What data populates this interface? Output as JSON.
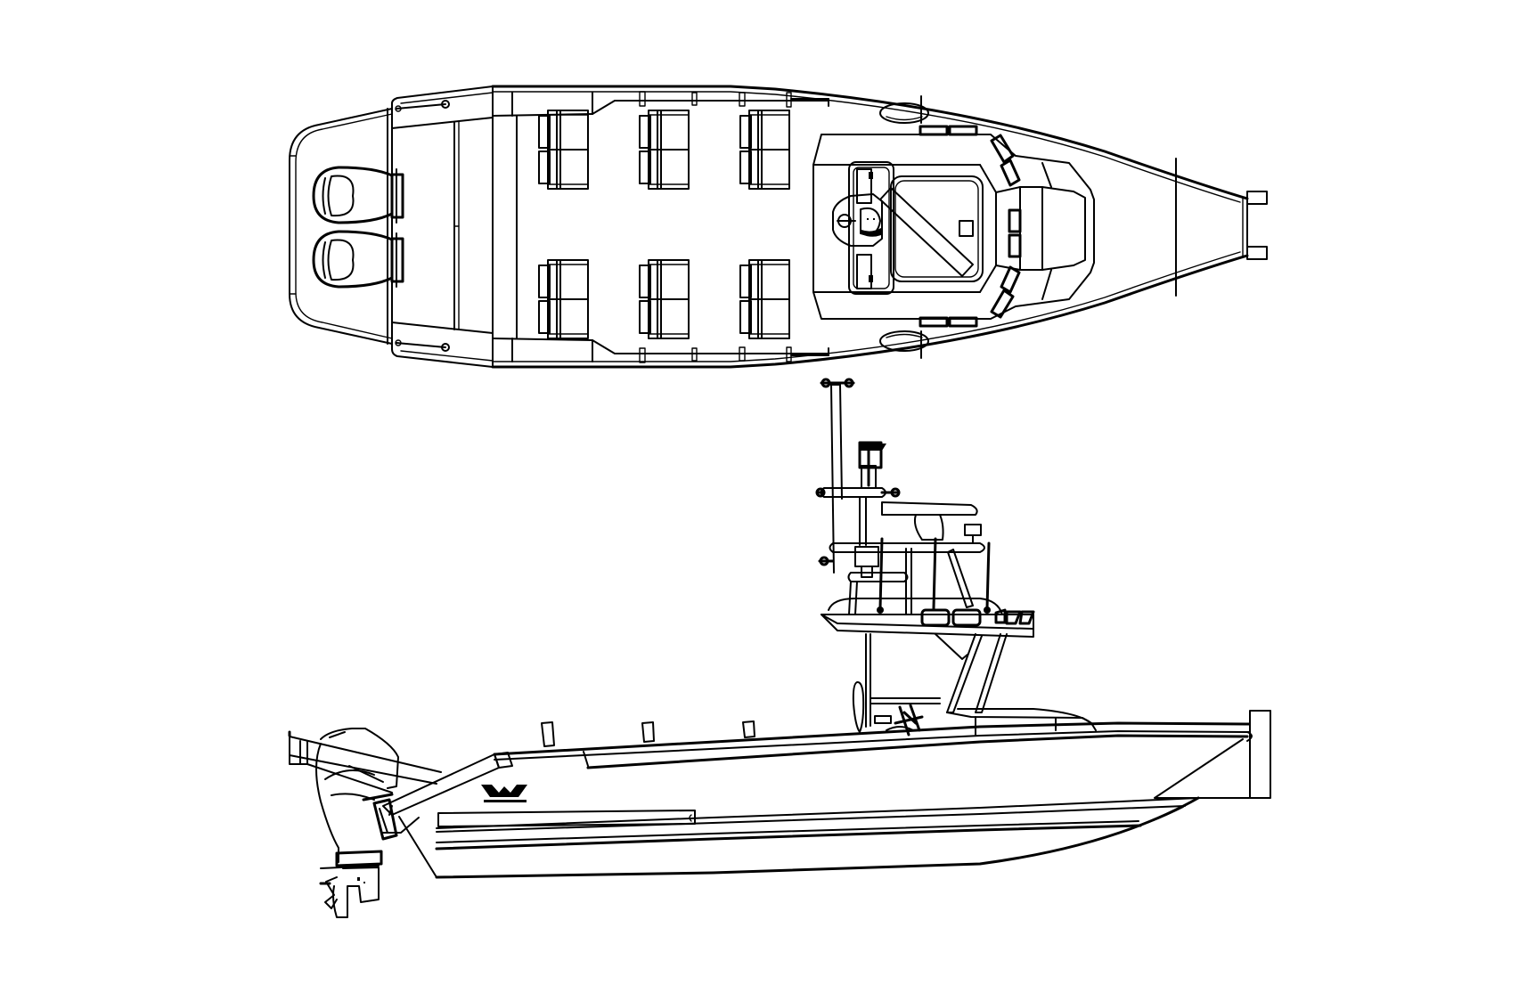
{
  "drawing": {
    "title": "Boat general arrangement line drawing",
    "background_color": "#ffffff",
    "line_color": "#000000",
    "views": [
      {
        "id": "top-view",
        "label": "Plan view (top)",
        "elements": [
          "twin outboard motors",
          "stern bracket / swim platform",
          "deck with 6 double passenger seat blocks",
          "center console with helm seat and windscreen",
          "two life rings",
          "fender cleats",
          "bow deck",
          "bow bollards"
        ]
      },
      {
        "id": "side-view",
        "label": "Profile view (side)",
        "elements": [
          "outboard motor",
          "stern rail frame",
          "hull with rubbing strakes",
          "three rail posts",
          "console with T-top / radar arch",
          "antenna mast",
          "radar dome",
          "bow block",
          "brand logo"
        ]
      }
    ],
    "logo": {
      "glyph": "W",
      "caption_text_legible": false
    },
    "counts": {
      "outboard_motors": 2,
      "passenger_seat_blocks": 6,
      "seats_total": 12,
      "life_rings": 2,
      "rail_posts_side": 3,
      "bow_bollards": 2
    }
  }
}
